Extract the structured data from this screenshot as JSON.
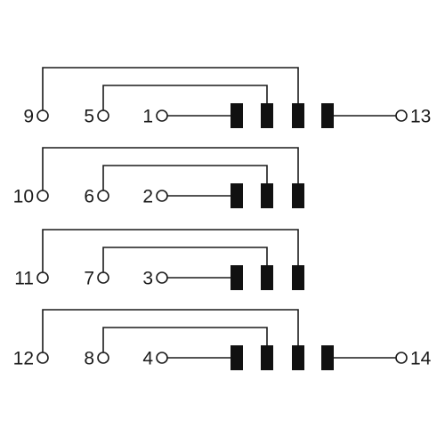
{
  "diagram": {
    "groups": [
      {
        "outer": "9",
        "middle": "5",
        "inner": "1",
        "right": "13",
        "contacts": 4
      },
      {
        "outer": "10",
        "middle": "6",
        "inner": "2",
        "right": "",
        "contacts": 3
      },
      {
        "outer": "11",
        "middle": "7",
        "inner": "3",
        "right": "",
        "contacts": 3
      },
      {
        "outer": "12",
        "middle": "8",
        "inner": "4",
        "right": "14",
        "contacts": 4
      }
    ]
  },
  "colors": {
    "line": "#1a1a1a",
    "block": "#111111",
    "background": "#ffffff"
  }
}
